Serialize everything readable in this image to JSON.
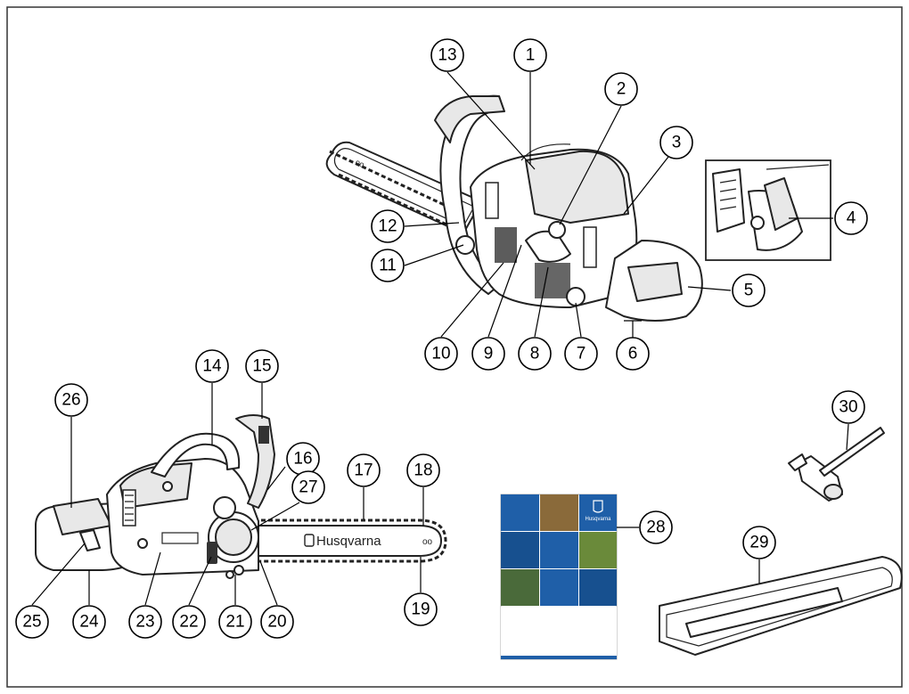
{
  "callouts": [
    {
      "id": "1",
      "label": "1"
    },
    {
      "id": "2",
      "label": "2"
    },
    {
      "id": "3",
      "label": "3"
    },
    {
      "id": "4",
      "label": "4"
    },
    {
      "id": "5",
      "label": "5"
    },
    {
      "id": "6",
      "label": "6"
    },
    {
      "id": "7",
      "label": "7"
    },
    {
      "id": "8",
      "label": "8"
    },
    {
      "id": "9",
      "label": "9"
    },
    {
      "id": "10",
      "label": "10"
    },
    {
      "id": "11",
      "label": "11"
    },
    {
      "id": "12",
      "label": "12"
    },
    {
      "id": "13",
      "label": "13"
    },
    {
      "id": "14",
      "label": "14"
    },
    {
      "id": "15",
      "label": "15"
    },
    {
      "id": "16",
      "label": "16"
    },
    {
      "id": "17",
      "label": "17"
    },
    {
      "id": "18",
      "label": "18"
    },
    {
      "id": "19",
      "label": "19"
    },
    {
      "id": "20",
      "label": "20"
    },
    {
      "id": "21",
      "label": "21"
    },
    {
      "id": "22",
      "label": "22"
    },
    {
      "id": "23",
      "label": "23"
    },
    {
      "id": "24",
      "label": "24"
    },
    {
      "id": "25",
      "label": "25"
    },
    {
      "id": "26",
      "label": "26"
    },
    {
      "id": "27",
      "label": "27"
    },
    {
      "id": "28",
      "label": "28"
    },
    {
      "id": "29",
      "label": "29"
    },
    {
      "id": "30",
      "label": "30"
    }
  ],
  "bar_brand": "Husqvarna",
  "manual": {
    "brand": "Husqvarna",
    "colors": {
      "blue": "#1f5fa8",
      "dark_blue": "#17508f",
      "stripe": "#1f5fa8"
    }
  },
  "colors": {
    "frame": "#333333",
    "ink": "#222222",
    "background": "#ffffff"
  }
}
